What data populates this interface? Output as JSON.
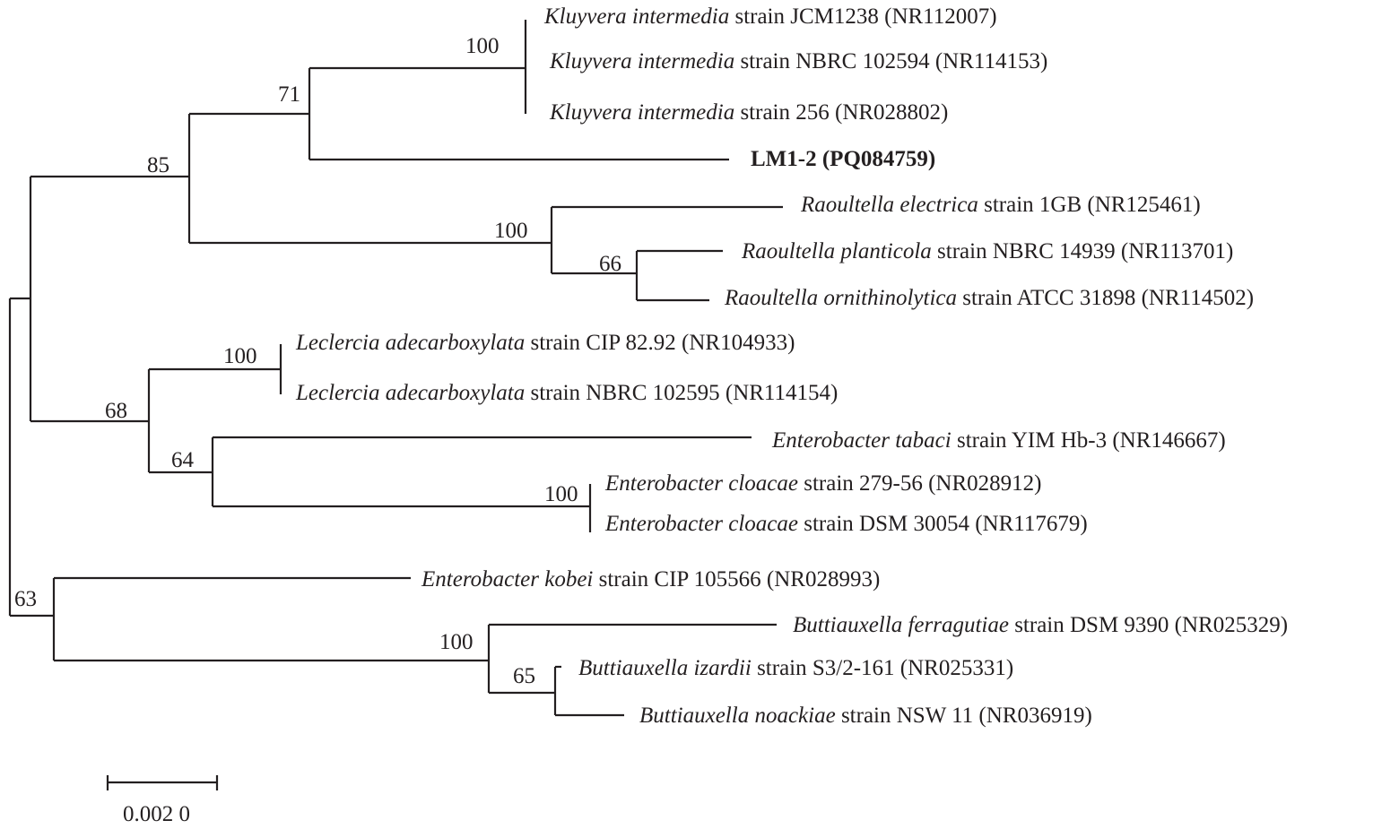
{
  "taxa": [
    {
      "genus_species": "Kluyvera intermedia",
      "rest": " strain JCM1238 (NR112007)"
    },
    {
      "genus_species": "Kluyvera intermedia",
      "rest": " strain NBRC 102594 (NR114153)"
    },
    {
      "genus_species": "Kluyvera intermedia",
      "rest": " strain 256 (NR028802)"
    },
    {
      "genus_species": "",
      "rest": "LM1-2 (PQ084759)"
    },
    {
      "genus_species": "Raoultella electrica",
      "rest": " strain 1GB (NR125461)"
    },
    {
      "genus_species": "Raoultella planticola",
      "rest": " strain NBRC 14939 (NR113701)"
    },
    {
      "genus_species": "Raoultella ornithinolytica",
      "rest": " strain ATCC 31898 (NR114502)"
    },
    {
      "genus_species": "Leclercia adecarboxylata",
      "rest": " strain CIP 82.92 (NR104933)"
    },
    {
      "genus_species": "Leclercia adecarboxylata",
      "rest": " strain NBRC 102595 (NR114154)"
    },
    {
      "genus_species": "Enterobacter tabaci",
      "rest": " strain YIM Hb-3 (NR146667)"
    },
    {
      "genus_species": "Enterobacter cloacae",
      "rest": " strain 279-56 (NR028912)"
    },
    {
      "genus_species": "Enterobacter cloacae",
      "rest": " strain DSM 30054 (NR117679)"
    },
    {
      "genus_species": "Enterobacter kobei",
      "rest": " strain CIP 105566 (NR028993)"
    },
    {
      "genus_species": "Buttiauxella ferragutiae",
      "rest": " strain DSM 9390 (NR025329)"
    },
    {
      "genus_species": "Buttiauxella izardii",
      "rest": " strain S3/2-161 (NR025331)"
    },
    {
      "genus_species": "Buttiauxella noackiae",
      "rest": " strain NSW 11 (NR036919)"
    }
  ],
  "bootstrap": [
    "100",
    "71",
    "85",
    "100",
    "66",
    "100",
    "68",
    "64",
    "100",
    "63",
    "100",
    "65"
  ],
  "scale_bar": {
    "label": "0.002 0"
  }
}
